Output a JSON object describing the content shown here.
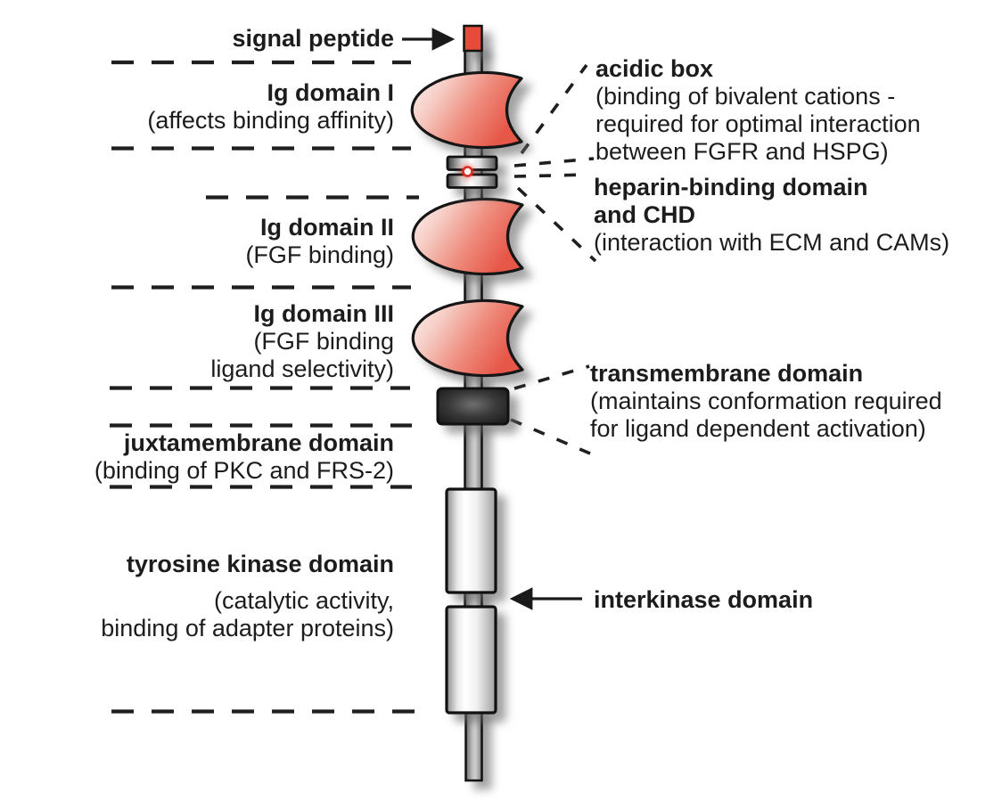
{
  "figure": {
    "left_labels": {
      "signal_peptide": {
        "title": "signal peptide"
      },
      "ig_domain_1": {
        "title": "Ig domain I",
        "sub1": "(affects binding affinity)"
      },
      "ig_domain_2": {
        "title": "Ig domain II",
        "sub1": "(FGF binding)"
      },
      "ig_domain_3": {
        "title": "Ig domain III",
        "sub1": "(FGF binding",
        "sub2": "ligand selectivity)"
      },
      "juxtamembrane": {
        "title": "juxtamembrane domain",
        "sub1": "(binding of PKC and FRS-2)"
      },
      "tyrosine_kinase": {
        "title": "tyrosine kinase domain",
        "sub1": "(catalytic activity,",
        "sub2": "binding of adapter proteins)"
      }
    },
    "right_labels": {
      "acidic_box": {
        "title": "acidic box",
        "sub1": "(binding of bivalent cations -",
        "sub2": "required for optimal interaction",
        "sub3": "between FGFR and HSPG)"
      },
      "heparin_chd": {
        "title1": "heparin-binding domain",
        "title2": "and CHD",
        "sub1": "(interaction with ECM and CAMs)"
      },
      "transmembrane": {
        "title": "transmembrane domain",
        "sub1": "(maintains conformation required",
        "sub2": "for ligand dependent activation)"
      },
      "interkinase": {
        "title": "interkinase domain"
      }
    },
    "shapes": {
      "signal_peptide_box": "small red rectangle at top of receptor stalk",
      "ig_domains": "three red crescent (Ig-fold) lobes",
      "acidic_box_disc": "upper metallic disc",
      "heparin_chd_disc": "lower metallic disc",
      "transmembrane_box": "dark rounded rectangle",
      "kinase_lobes": "two metallic cylinders split by interkinase gap"
    },
    "colors": {
      "domain_red": "#e65748",
      "signal_red": "#e64a39",
      "ring_red": "#da2c20",
      "outline": "#111111",
      "text": "#1c1c1c",
      "background": "#ffffff"
    }
  }
}
